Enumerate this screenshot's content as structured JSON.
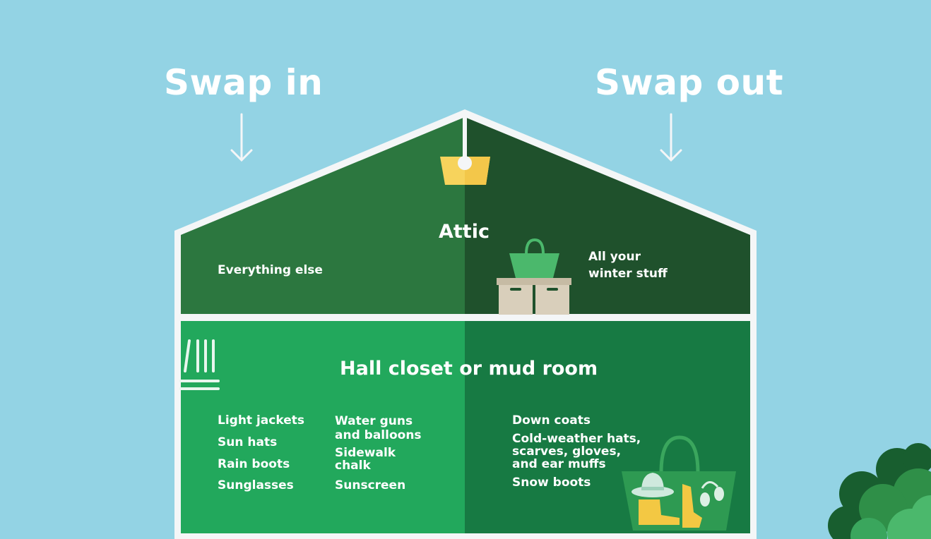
{
  "headings": {
    "swap_in": "Swap in",
    "swap_out": "Swap out"
  },
  "attic": {
    "title": "Attic",
    "left_label": "Everything else",
    "right_label": "All your\nwinter stuff"
  },
  "hall": {
    "title": "Hall closet or mud room",
    "swap_in_col1": [
      "Light jackets",
      "Sun hats",
      "Rain boots",
      "Sunglasses"
    ],
    "swap_in_col2": [
      "Water guns\nand balloons",
      "Sidewalk\nchalk",
      "Sunscreen"
    ],
    "swap_out": [
      "Down coats",
      "Cold-weather hats,\nscarves, gloves,\nand ear muffs",
      "Snow boots"
    ]
  },
  "colors": {
    "sky": "#93d3e4",
    "attic_left": "#2c773f",
    "attic_right": "#1f512c",
    "hall_left": "#22a85c",
    "hall_right": "#177a43",
    "house_outline": "#f4f6f7",
    "lamp": "#f7d35c",
    "box": "#d9cfbb",
    "bag": "#4bb86c"
  },
  "icons": [
    "down-arrow-icon",
    "lamp-icon",
    "storage-box-icon",
    "basket-icon",
    "coat-rack-icon",
    "tote-bag-icon",
    "hat-icon",
    "boot-icon",
    "ear-muff-icon",
    "shrub-icon"
  ]
}
